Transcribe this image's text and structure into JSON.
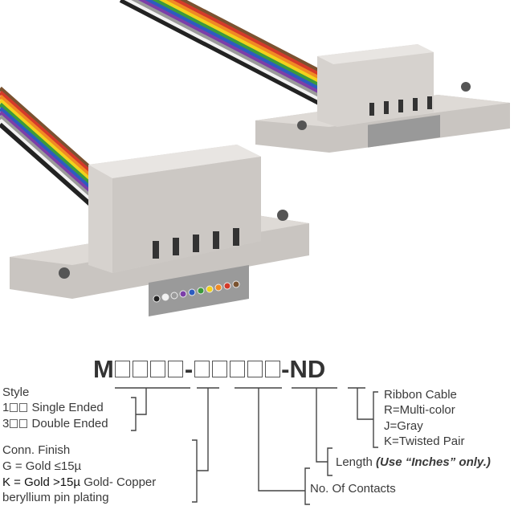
{
  "part_number": {
    "prefix": "M",
    "group1_boxes": 4,
    "separator": "-",
    "group2_boxes": 5,
    "suffix": "-ND"
  },
  "style": {
    "heading": "Style",
    "options": [
      {
        "code": "1",
        "label": "Single Ended"
      },
      {
        "code": "3",
        "label": "Double Ended"
      }
    ]
  },
  "finish": {
    "heading": "Conn. Finish",
    "g": "G = Gold ≤15µ",
    "k_bold": "K = Gold >15µ",
    "k_rest": " Gold- Copper",
    "k_line2": "beryllium pin plating"
  },
  "contacts": {
    "label": "No. Of Contacts"
  },
  "length": {
    "label": "Length ",
    "note": "(Use “Inches” only.)"
  },
  "cable": {
    "heading": "Ribbon Cable",
    "options": [
      "R=Multi-color",
      "J=Gray",
      "K=Twisted Pair"
    ]
  },
  "colors": {
    "connector": "#d4d0cc",
    "ribbon": [
      "#7a5230",
      "#d43a2a",
      "#f08a24",
      "#f2d21c",
      "#3c9a3c",
      "#2c5cc0",
      "#7c3ea8",
      "#9a9a9a",
      "#f2f2f2",
      "#222222"
    ]
  }
}
